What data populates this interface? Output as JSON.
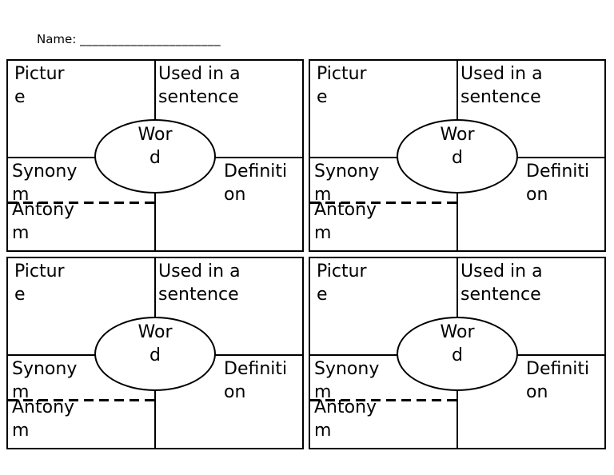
{
  "colors": {
    "ink": "#000000",
    "paper": "#ffffff"
  },
  "header": {
    "name_label": "Name:",
    "name_blank": "______________________"
  },
  "cards": [
    {
      "picture": "Pictur\ne",
      "used_in_sentence": "Used in a\nsentence",
      "word": "Wor\nd",
      "synonym": "Synony\nm",
      "antonym": "Antony\nm",
      "definition": "Definiti\non"
    },
    {
      "picture": "Pictur\ne",
      "used_in_sentence": "Used in a\nsentence",
      "word": "Wor\nd",
      "synonym": "Synony\nm",
      "antonym": "Antony\nm",
      "definition": "Definiti\non"
    },
    {
      "picture": "Pictur\ne",
      "used_in_sentence": "Used in a\nsentence",
      "word": "Wor\nd",
      "synonym": "Synony\nm",
      "antonym": "Antony\nm",
      "definition": "Definiti\non"
    },
    {
      "picture": "Pictur\ne",
      "used_in_sentence": "Used in a\nsentence",
      "word": "Wor\nd",
      "synonym": "Synony\nm",
      "antonym": "Antony\nm",
      "definition": "Definiti\non"
    }
  ]
}
